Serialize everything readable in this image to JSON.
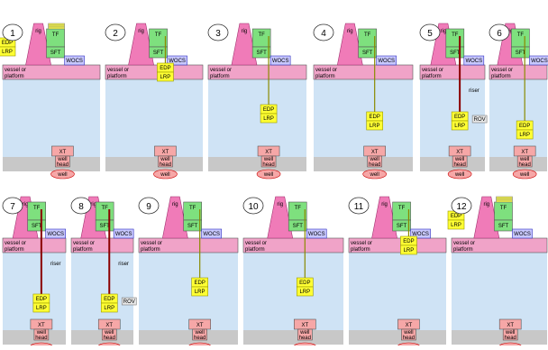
{
  "colors": {
    "water": "#cfe3f5",
    "seabed": "#c8c8c8",
    "deck": "#f0a3c8",
    "rig": "#f07bb8",
    "tf": "#7ee07e",
    "edp": "#ffff33",
    "xt": "#f6a7a7",
    "wocs": "#c8c8ff",
    "riser": "#8b0000",
    "rov": "#e8e8e8",
    "spool": "#f6d0a0"
  },
  "labels": {
    "rig": "rig",
    "tf": "TF",
    "sft": "SFT",
    "wocs": "WOCS",
    "deck": "vessel or platform",
    "edp": "EDP",
    "lrp": "LRP",
    "xt": "XT",
    "wellhead": "well head",
    "well": "well",
    "riser": "riser",
    "rov": "ROV"
  },
  "panels": [
    {
      "step": "1",
      "assembly": "deck",
      "riser": false,
      "rov": false,
      "spool_stack": true
    },
    {
      "step": "2",
      "assembly": "top",
      "riser": false,
      "rov": false,
      "spool_stack": false
    },
    {
      "step": "3",
      "assembly": "mid",
      "riser": false,
      "rov": false,
      "spool_stack": false
    },
    {
      "step": "4",
      "assembly": "low",
      "riser": false,
      "rov": false,
      "spool_stack": false
    },
    {
      "step": "5",
      "assembly": "low",
      "riser": true,
      "rov": true,
      "spool_stack": false
    },
    {
      "step": "6",
      "assembly": "landed",
      "riser": false,
      "rov": false,
      "spool_stack": false
    },
    {
      "step": "7",
      "assembly": "landed",
      "riser": true,
      "rov": false,
      "spool_stack": false
    },
    {
      "step": "8",
      "assembly": "landed",
      "riser": true,
      "rov": true,
      "spool_stack": false
    },
    {
      "step": "9",
      "assembly": "mid",
      "riser": false,
      "rov": false,
      "spool_stack": false
    },
    {
      "step": "10",
      "assembly": "mid",
      "riser": false,
      "rov": false,
      "spool_stack": false
    },
    {
      "step": "11",
      "assembly": "top",
      "riser": false,
      "rov": false,
      "spool_stack": false
    },
    {
      "step": "12",
      "assembly": "deck",
      "riser": false,
      "rov": false,
      "spool_stack": true
    }
  ]
}
